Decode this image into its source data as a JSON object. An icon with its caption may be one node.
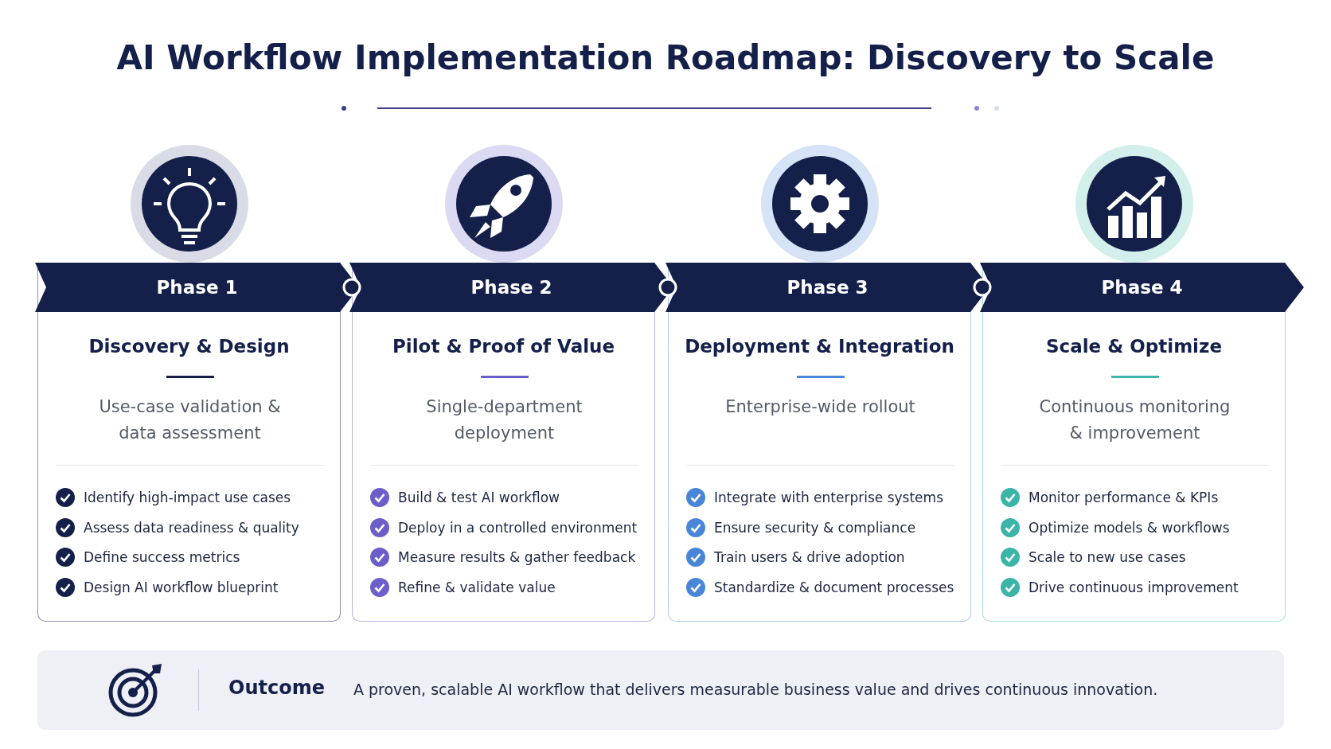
{
  "diagram": {
    "title": "AI Workflow Implementation Roadmap: Discovery to Scale",
    "nodes": [
      {
        "text": [
          "Phase 1",
          "Discovery & Design",
          "Use-case validation & data assessment",
          "Identify high-impact use cases",
          "Assess data readiness & quality",
          "Define success metrics",
          "Design AI workflow blueprint"
        ]
      },
      {
        "text": [
          "Phase 2",
          "Pilot & Proof of Value",
          "Single-department deployment",
          "Build & test AI workflow",
          "Deploy in a controlled environment",
          "Measure results & gather feedback",
          "Refine & validate value"
        ]
      },
      {
        "text": [
          "Phase 3",
          "Deployment & Integration",
          "Enterprise-wide rollout",
          "Integrate with enterprise systems",
          "Ensure security & compliance",
          "Train users & drive adoption",
          "Standardize & document processes"
        ]
      },
      {
        "text": [
          "Phase 4",
          "Scale & Optimize",
          "Continuous monitoring & improvement",
          "Monitor performance & KPIs",
          "Optimize models & workflows",
          "Scale to new use cases",
          "Drive continuous improvement"
        ]
      },
      {
        "text": [
          "Outcome",
          "A proven, scalable AI workflow that delivers measurable business value and drives continuous innovation."
        ]
      }
    ],
    "edges": []
  }
}
